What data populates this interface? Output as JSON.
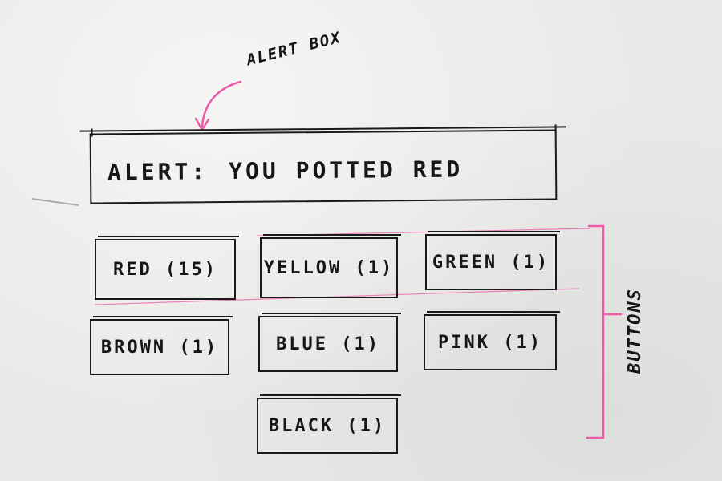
{
  "annotations": {
    "alert_box_label": "ALERT BOX",
    "buttons_label": "BUTTONS"
  },
  "alert": {
    "prefix": "ALERT:",
    "message": "YOU POTTED RED"
  },
  "buttons": {
    "red": "RED (15)",
    "yellow": "YELLOW (1)",
    "green": "GREEN (1)",
    "brown": "BROWN (1)",
    "blue": "BLUE (1)",
    "pink": "PINK (1)",
    "black": "BLACK (1)"
  },
  "colors": {
    "ink": "#1a1a1a",
    "annotation_pink": "#ec5aa8",
    "paper": "#e9e9e7"
  }
}
